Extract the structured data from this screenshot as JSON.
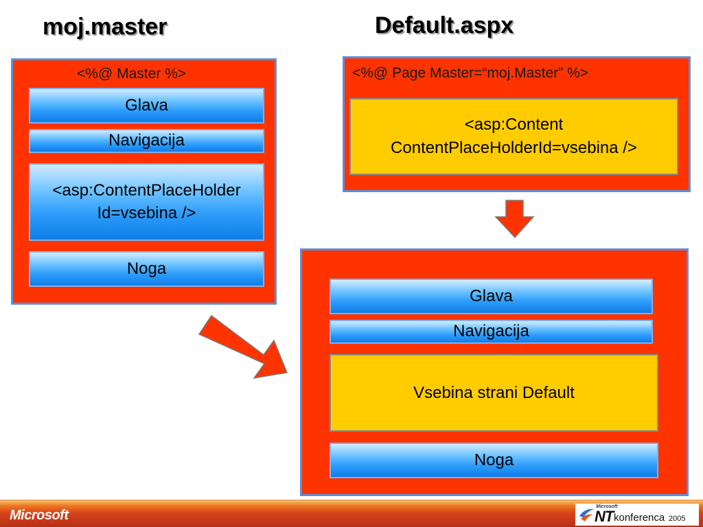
{
  "titles": {
    "left": "moj.master",
    "right": "Default.aspx"
  },
  "master": {
    "directive": "<%@ Master %>",
    "glava": "Glava",
    "navigacija": "Navigacija",
    "placeholder": "<asp:ContentPlaceHolder Id=vsebina />",
    "noga": "Noga"
  },
  "page": {
    "directive": "<%@ Page Master=“moj.Master” %>",
    "content": "<asp:Content ContentPlaceHolderId=vsebina />"
  },
  "result": {
    "glava": "Glava",
    "navigacija": "Navigacija",
    "vsebina": "Vsebina strani Default",
    "noga": "Noga"
  },
  "footer": {
    "brand": "Microsoft",
    "conference_small": "Microsoft",
    "conference_nt": "NT",
    "conference_word": "konferenca",
    "conference_year": "2005"
  },
  "colors": {
    "frame": "#ff3300",
    "content": "#ffcc00",
    "box_blue": "#2e9dfb",
    "arrow": "#ff3300"
  },
  "icons": {
    "arrow_right": "arrow-right-down-icon",
    "arrow_down": "arrow-down-icon"
  }
}
